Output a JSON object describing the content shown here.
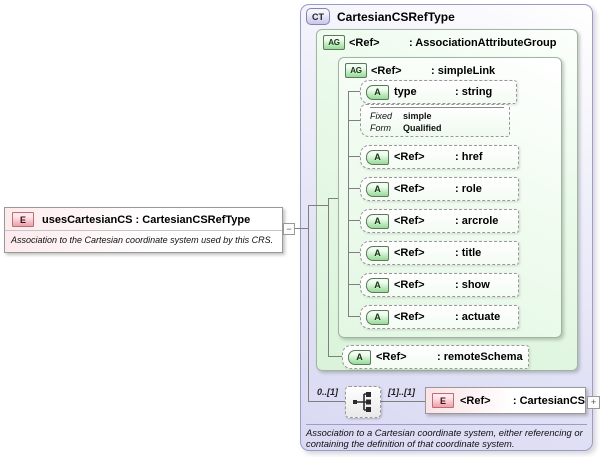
{
  "diagram": {
    "main_element": {
      "icon": "E",
      "title": "usesCartesianCS : CartesianCSRefType",
      "annotation": "Association to the Cartesian coordinate system used by this CRS.",
      "collapse": "−"
    },
    "complex_type": {
      "icon": "CT",
      "title": "CartesianCSRefType",
      "footer": "Association to a Cartesian coordinate system, either referencing or containing the definition of that coordinate system."
    },
    "attribute_group": {
      "icon": "AG",
      "ref": "<Ref>",
      "name": ": AssociationAttributeGroup"
    },
    "simple_link": {
      "icon": "AG",
      "ref": "<Ref>",
      "name": ": simpleLink"
    },
    "attributes": [
      {
        "icon": "A",
        "ref": "type",
        "name": ": string"
      },
      {
        "icon": "A",
        "ref": "<Ref>",
        "name": ": href"
      },
      {
        "icon": "A",
        "ref": "<Ref>",
        "name": ": role"
      },
      {
        "icon": "A",
        "ref": "<Ref>",
        "name": ": arcrole"
      },
      {
        "icon": "A",
        "ref": "<Ref>",
        "name": ": title"
      },
      {
        "icon": "A",
        "ref": "<Ref>",
        "name": ": show"
      },
      {
        "icon": "A",
        "ref": "<Ref>",
        "name": ": actuate"
      }
    ],
    "type_facts": {
      "fixed_label": "Fixed",
      "fixed_value": "simple",
      "form_label": "Form",
      "form_value": "Qualified"
    },
    "remote_schema": {
      "icon": "A",
      "ref": "<Ref>",
      "name": ": remoteSchema"
    },
    "sequence": {
      "left_cardinality": "0..[1]",
      "right_cardinality": "[1]..[1]"
    },
    "child_element": {
      "icon": "E",
      "ref": "<Ref>",
      "name": ": CartesianCS",
      "expand": "+"
    }
  },
  "colors": {
    "complex_type_fill": "#dedef6",
    "attribute_group_fill": "#e3f7e3",
    "attribute_icon_fill": "#9cdc9c",
    "element_icon_fill": "#f0a4ae",
    "connector_line": "#7f7f7f"
  }
}
